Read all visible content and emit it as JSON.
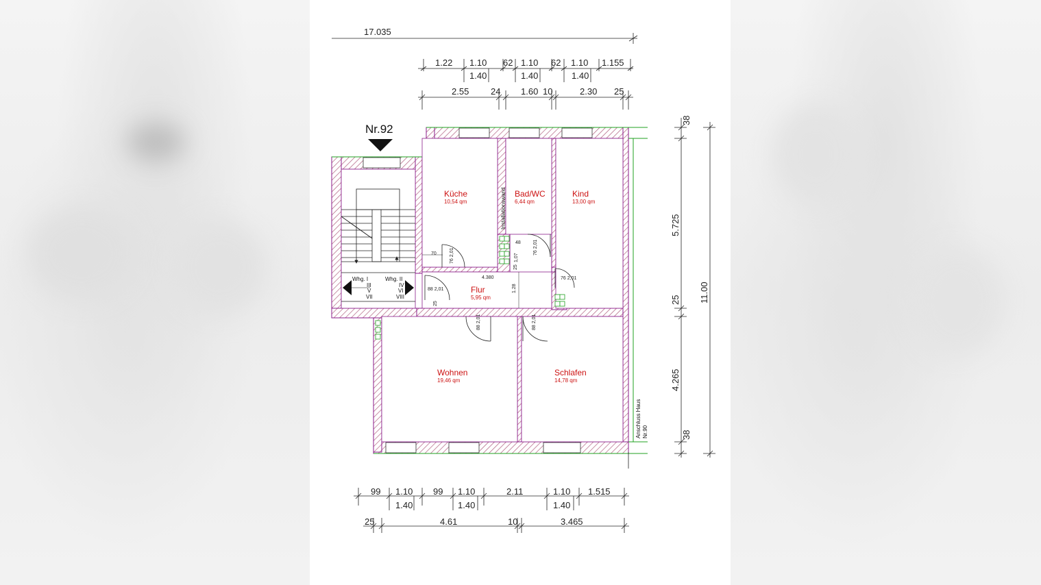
{
  "building": {
    "number_label": "Nr.92",
    "annex_label_1": "Anschluss Haus",
    "annex_label_2": "Nr.90"
  },
  "rooms": {
    "kueche": {
      "name": "Küche",
      "area": "10,54 qm"
    },
    "bad": {
      "name": "Bad/WC",
      "area": "6,44 qm"
    },
    "kind": {
      "name": "Kind",
      "area": "13,00 qm"
    },
    "flur": {
      "name": "Flur",
      "area": "5,95 qm"
    },
    "wohnen": {
      "name": "Wohnen",
      "area": "19,46 qm"
    },
    "schlafen": {
      "name": "Schlafen",
      "area": "14,78 qm"
    }
  },
  "stair": {
    "whg_left": "Whg. I",
    "whg_right": "Whg. II",
    "left_roman": [
      "III",
      "V",
      "VII"
    ],
    "right_roman": [
      "IV",
      "VI",
      "VIII"
    ]
  },
  "wall_label": "Installationswand",
  "top_dims": {
    "overall": "17.035",
    "row1": [
      "1.22",
      "1.10",
      "62",
      "1.10",
      "62",
      "1.10",
      "1.155"
    ],
    "row1_sub": [
      "1.40",
      "1.40",
      "1.40"
    ],
    "row2": [
      "2.55",
      "24",
      "1.60",
      "10",
      "2.30",
      "25"
    ]
  },
  "bottom_dims": {
    "row1": [
      "99",
      "1.10",
      "99",
      "1.10",
      "2.11",
      "1.10",
      "1.515"
    ],
    "row1_sub": [
      "1.40",
      "1.40",
      "1.40"
    ],
    "row2": [
      "25",
      "4.61",
      "10",
      "3.465"
    ]
  },
  "right_dims": {
    "segments": [
      "38",
      "5.725",
      "25",
      "4.265",
      "38"
    ],
    "total": "11.00"
  },
  "small_dims": {
    "d70": "70",
    "d48": "48",
    "d4380": "4.380",
    "d128": "1.28",
    "d25a": "25",
    "d25b": "25",
    "door_kueche": "76 2,01",
    "door_bad": "76 2,01",
    "door_kind": "76 2,01",
    "door_flur_left": "88 2,01",
    "door_wohnen": "88 2,01",
    "door_schlafen": "88 2,01",
    "d107": "1,07"
  }
}
